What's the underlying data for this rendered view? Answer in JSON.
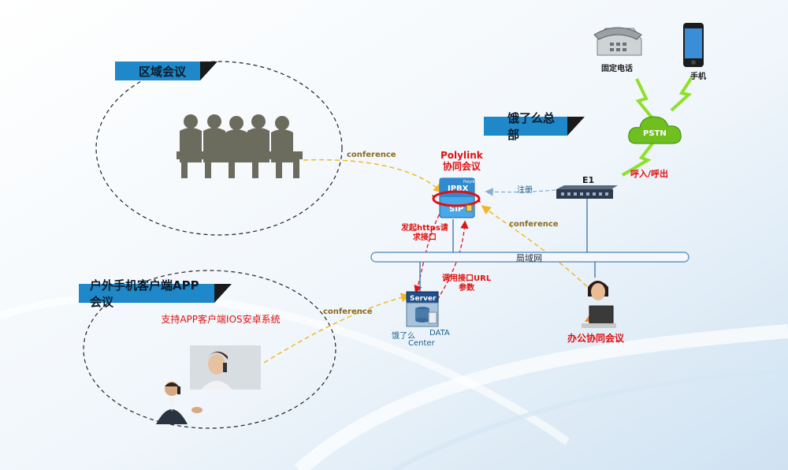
{
  "regions": {
    "regional": {
      "title": "区域会议",
      "link_label": "conference"
    },
    "outdoor": {
      "title": "户外手机客户端APP会议",
      "note": "支持APP客户端IOS安卓系统",
      "link_label": "conference"
    },
    "hq": {
      "title": "饿了么总部"
    }
  },
  "pbx": {
    "title": "Polylink\n协同会议",
    "badge_pbx": "IPBX",
    "badge_sip": "SIP",
    "badge_brand": "Polylink"
  },
  "e1": {
    "label": "E1",
    "register_label": "注册",
    "call_label": "呼入/呼出"
  },
  "pstn": {
    "label": "PSTN"
  },
  "phones": {
    "landline_label": "固定电话",
    "mobile_label": "手机"
  },
  "lan": {
    "label": "局域网"
  },
  "server": {
    "icon_label": "Server",
    "caption_left": "饿了么",
    "caption_right": "DATA",
    "caption_bottom": "Center"
  },
  "links": {
    "https_request": "发起https请\n求接口",
    "url_params": "调用接口URL\n参数",
    "office_conference": "conference"
  },
  "office": {
    "label": "办公协同会议"
  },
  "colors": {
    "accent": "#1e88c8",
    "red": "#e01010",
    "dash_yellow": "#f0b828",
    "dash_red": "#d81818",
    "lightning": "#8ee02a",
    "pstn": "#6fbf1e"
  }
}
